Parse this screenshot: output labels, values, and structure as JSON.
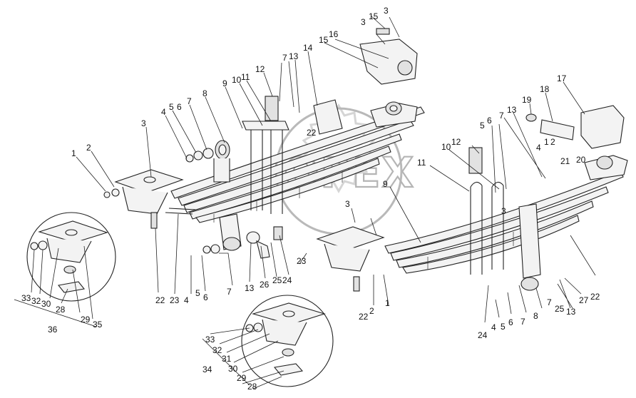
{
  "watermark": {
    "text": "OPEX"
  },
  "callouts": [
    {
      "id": "c1",
      "label": "1"
    },
    {
      "id": "c2",
      "label": "2"
    },
    {
      "id": "c3a",
      "label": "3"
    },
    {
      "id": "c4a",
      "label": "4"
    },
    {
      "id": "c5a",
      "label": "5"
    },
    {
      "id": "c6a",
      "label": "6"
    },
    {
      "id": "c7a",
      "label": "7"
    },
    {
      "id": "c8a",
      "label": "8"
    },
    {
      "id": "c9a",
      "label": "9"
    },
    {
      "id": "c10a",
      "label": "10"
    },
    {
      "id": "c11a",
      "label": "11"
    },
    {
      "id": "c12a",
      "label": "12"
    },
    {
      "id": "c7b",
      "label": "7"
    },
    {
      "id": "c13a",
      "label": "13"
    },
    {
      "id": "c14",
      "label": "14"
    },
    {
      "id": "c22a",
      "label": "22"
    },
    {
      "id": "c3b",
      "label": "3"
    },
    {
      "id": "c15a",
      "label": "15"
    },
    {
      "id": "c3c",
      "label": "3"
    },
    {
      "id": "c15b",
      "label": "15"
    },
    {
      "id": "c16",
      "label": "16"
    },
    {
      "id": "c17",
      "label": "17"
    },
    {
      "id": "c18",
      "label": "18"
    },
    {
      "id": "c19",
      "label": "19"
    },
    {
      "id": "c13b",
      "label": "13"
    },
    {
      "id": "c5b",
      "label": "5"
    },
    {
      "id": "c6b",
      "label": "6"
    },
    {
      "id": "c7c",
      "label": "7"
    },
    {
      "id": "c12b",
      "label": "12"
    },
    {
      "id": "c10b",
      "label": "10"
    },
    {
      "id": "c11b",
      "label": "11"
    },
    {
      "id": "c9b",
      "label": "9"
    },
    {
      "id": "c4b",
      "label": "4"
    },
    {
      "id": "c1b",
      "label": "1"
    },
    {
      "id": "c2b",
      "label": "2"
    },
    {
      "id": "c20",
      "label": "20"
    },
    {
      "id": "c21",
      "label": "21"
    },
    {
      "id": "c3d",
      "label": "3"
    },
    {
      "id": "c22b",
      "label": "22"
    },
    {
      "id": "c27",
      "label": "27"
    },
    {
      "id": "c25b",
      "label": "25"
    },
    {
      "id": "c13c",
      "label": "13"
    },
    {
      "id": "c7d",
      "label": "7"
    },
    {
      "id": "c8b",
      "label": "8"
    },
    {
      "id": "c7e",
      "label": "7"
    },
    {
      "id": "c6c",
      "label": "6"
    },
    {
      "id": "c5c",
      "label": "5"
    },
    {
      "id": "c4c",
      "label": "4"
    },
    {
      "id": "c24b",
      "label": "24"
    },
    {
      "id": "c3e",
      "label": "3"
    },
    {
      "id": "c22c",
      "label": "22"
    },
    {
      "id": "c2c",
      "label": "2"
    },
    {
      "id": "c1c",
      "label": "1"
    },
    {
      "id": "c23b",
      "label": "23"
    },
    {
      "id": "c24a",
      "label": "24"
    },
    {
      "id": "c25a",
      "label": "25"
    },
    {
      "id": "c26",
      "label": "26"
    },
    {
      "id": "c13d",
      "label": "13"
    },
    {
      "id": "c7f",
      "label": "7"
    },
    {
      "id": "c6d",
      "label": "6"
    },
    {
      "id": "c5d",
      "label": "5"
    },
    {
      "id": "c4d",
      "label": "4"
    },
    {
      "id": "c23a",
      "label": "23"
    },
    {
      "id": "c22d",
      "label": "22"
    },
    {
      "id": "c33a",
      "label": "33"
    },
    {
      "id": "c32a",
      "label": "32"
    },
    {
      "id": "c30a",
      "label": "30"
    },
    {
      "id": "c28a",
      "label": "28"
    },
    {
      "id": "c29a",
      "label": "29"
    },
    {
      "id": "c35",
      "label": "35"
    },
    {
      "id": "c36",
      "label": "36"
    },
    {
      "id": "c33b",
      "label": "33"
    },
    {
      "id": "c32b",
      "label": "32"
    },
    {
      "id": "c31",
      "label": "31"
    },
    {
      "id": "c30b",
      "label": "30"
    },
    {
      "id": "c29b",
      "label": "29"
    },
    {
      "id": "c34",
      "label": "34"
    },
    {
      "id": "c28b",
      "label": "28"
    }
  ]
}
